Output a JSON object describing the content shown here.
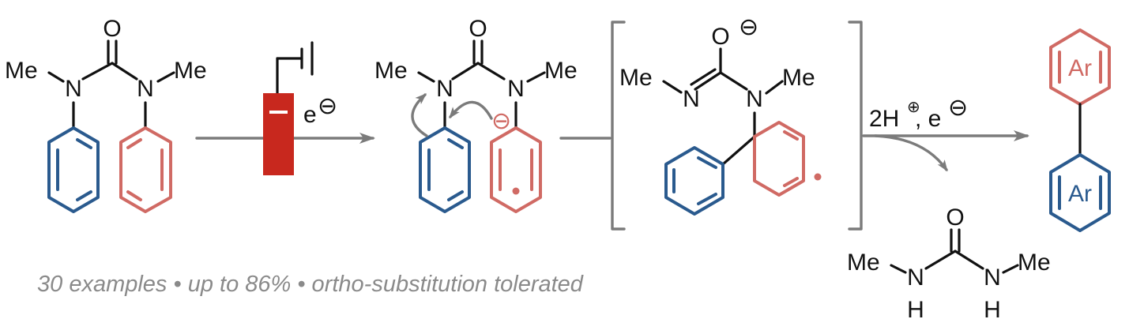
{
  "labels": {
    "O": "O",
    "N": "N",
    "Me": "Me",
    "H": "H",
    "Ar": "Ar",
    "electron": "e",
    "protons_electron": "2H",
    "comma_e": ", e"
  },
  "charges": {
    "minus": "⊖",
    "plus": "⊕"
  },
  "caption": "30 examples • up to 86% • ortho-substitution tolerated",
  "colors": {
    "blue_ring": "#2a5a8e",
    "red_ring": "#d06a64",
    "electrode": "#c8281e",
    "arrow": "#7b7b7b",
    "caption": "#8a8a8a"
  }
}
